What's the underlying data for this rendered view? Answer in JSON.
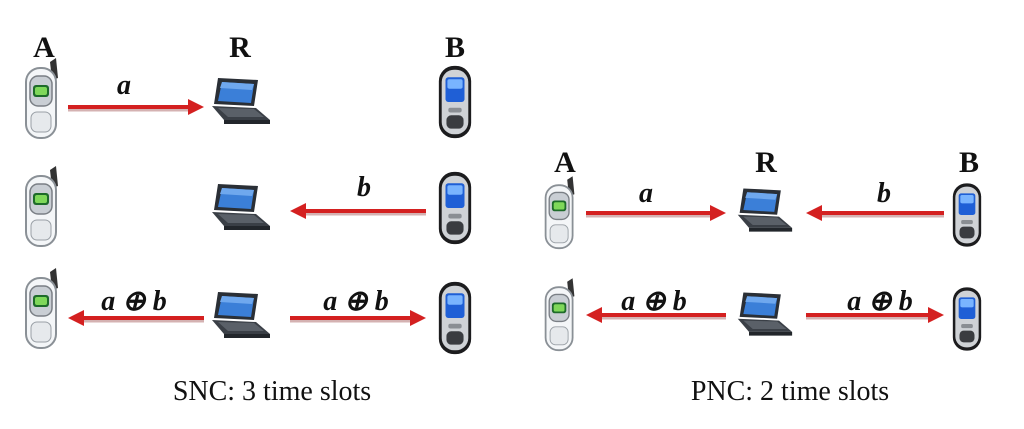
{
  "nodes": {
    "a": "A",
    "r": "R",
    "b": "B"
  },
  "messages": {
    "a": "a",
    "b": "b",
    "xor": "a ⊕ b"
  },
  "captions": {
    "snc": "SNC: 3 time slots",
    "pnc": "PNC: 2 time slots"
  },
  "colors": {
    "arrow": "#d42020",
    "arrow_shadow": "#b88080"
  },
  "icons": [
    "flip-phone-icon",
    "laptop-icon",
    "mobile-phone-icon"
  ]
}
